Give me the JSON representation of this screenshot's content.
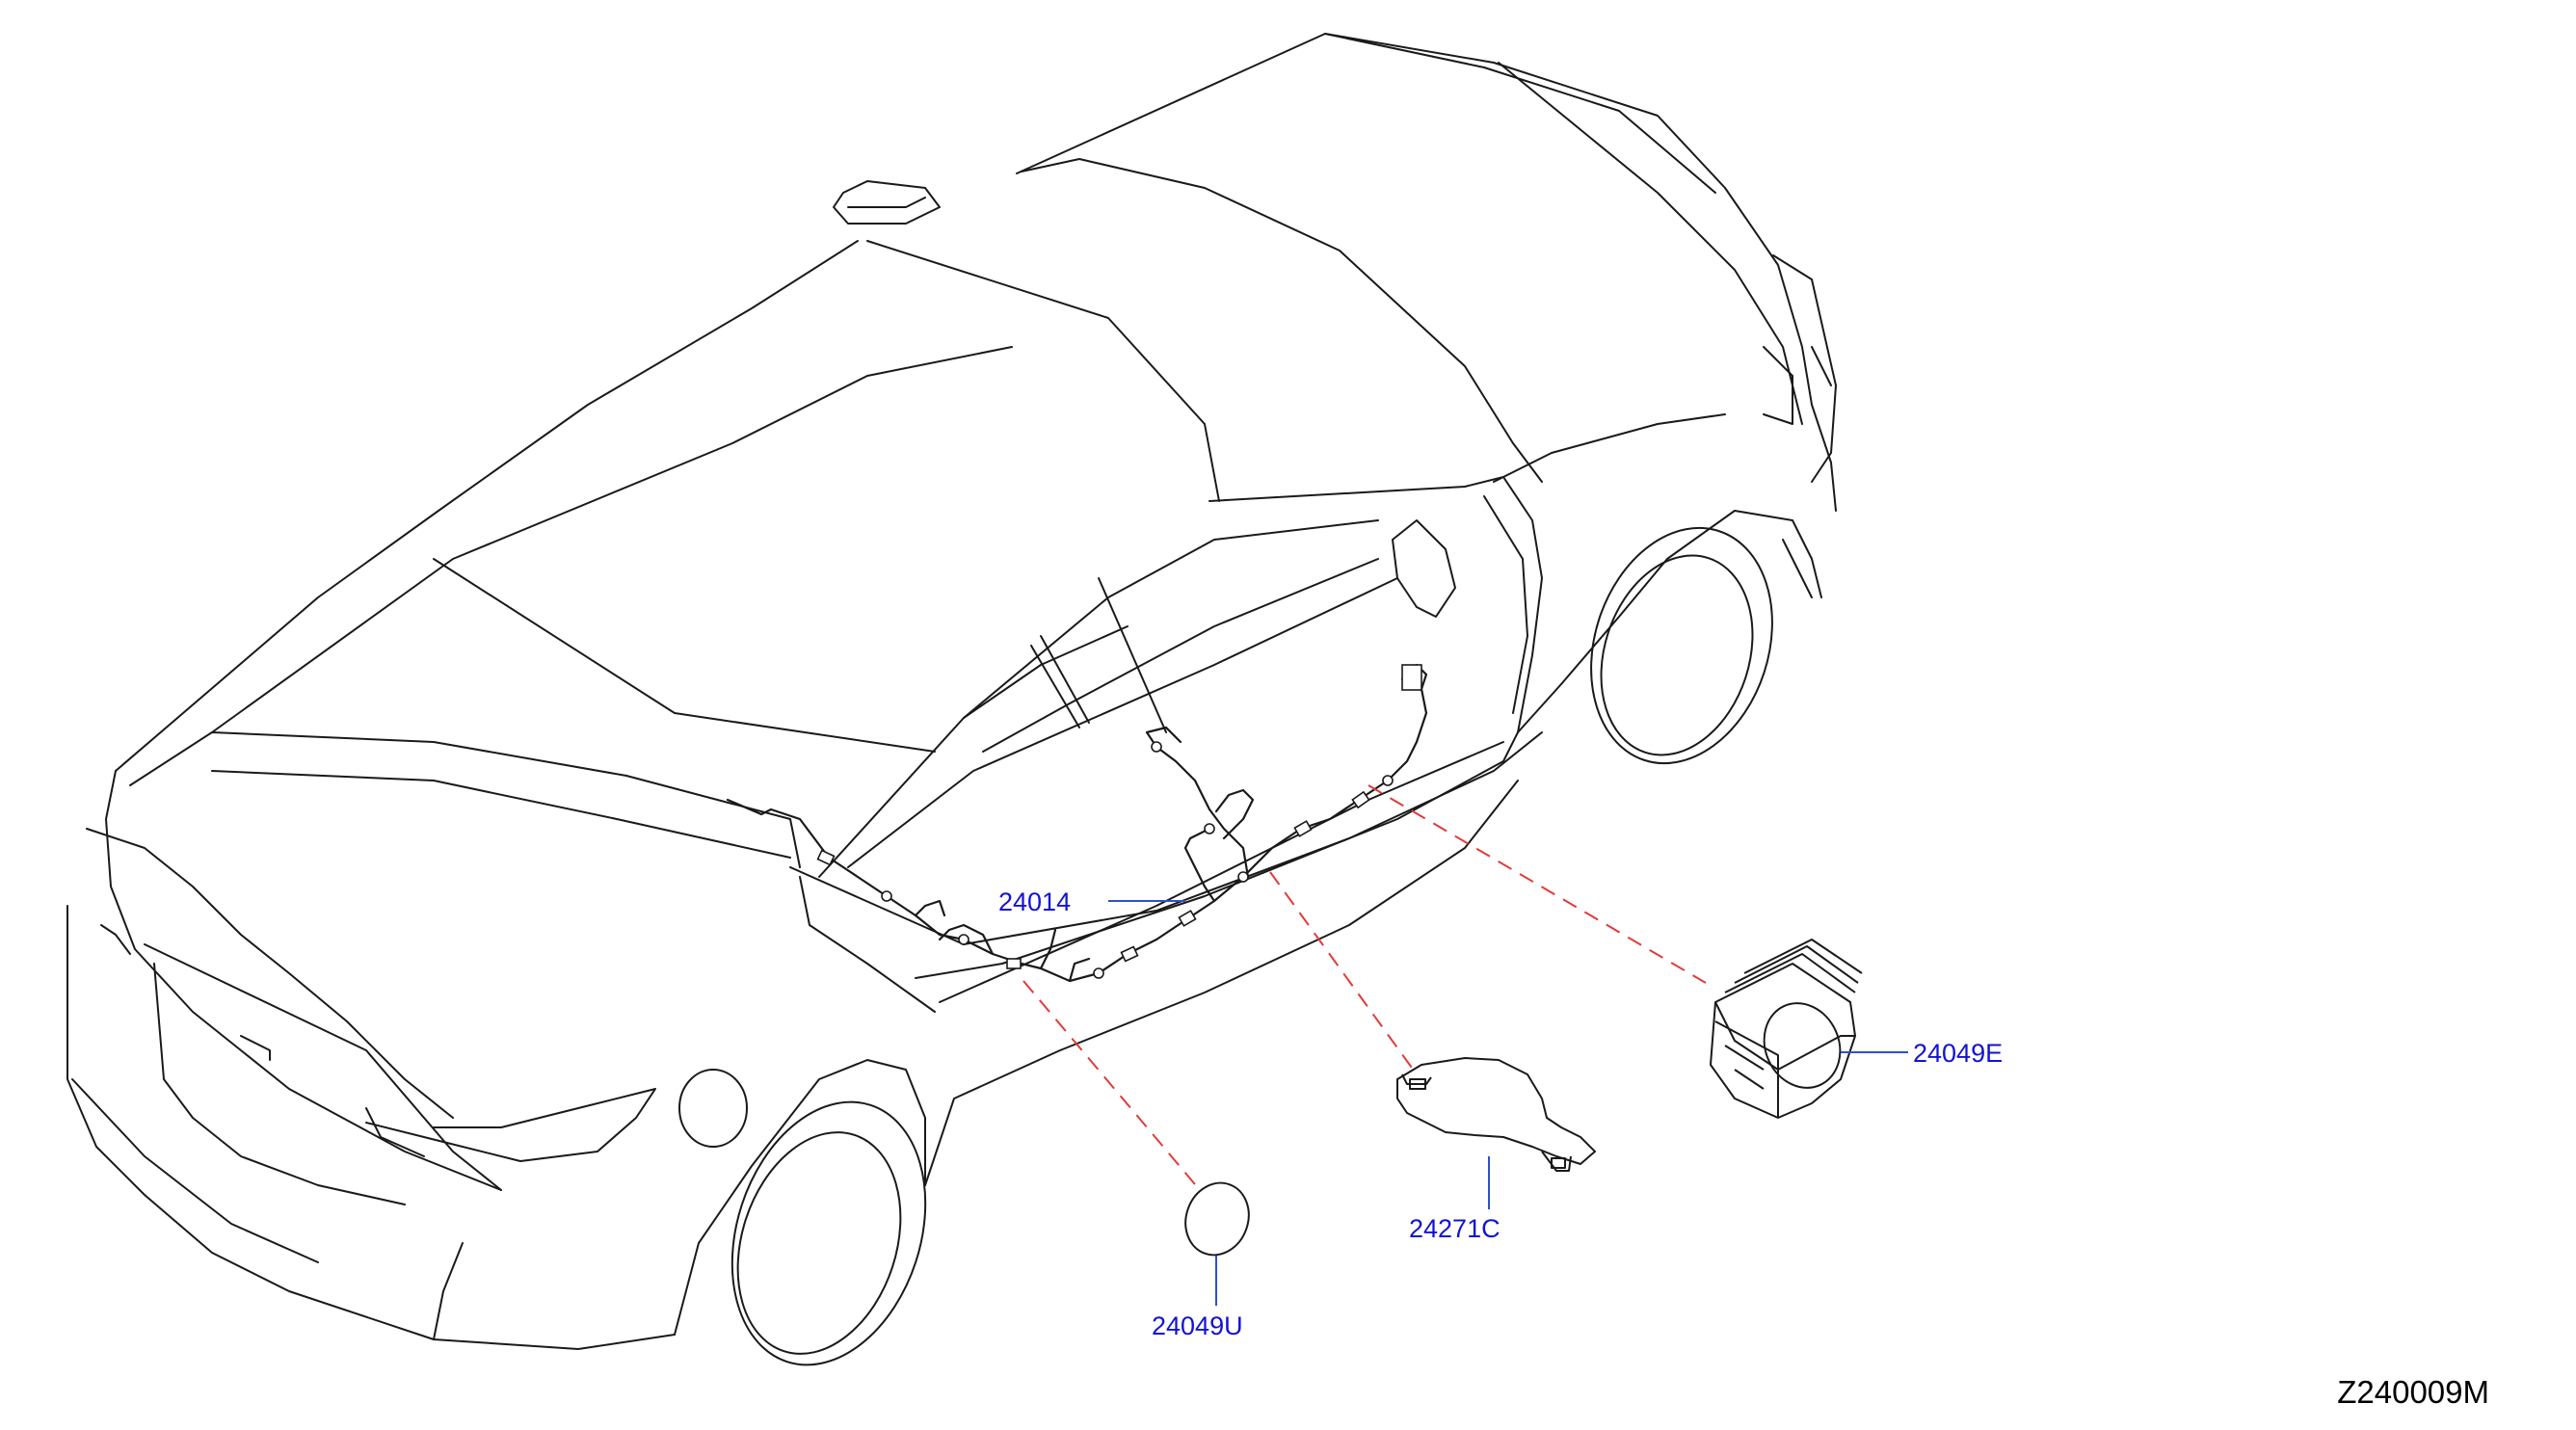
{
  "diagram": {
    "reference_code": "Z240009M",
    "colors": {
      "line_art": "#1a1a1a",
      "part_number_text": "#1212d6",
      "leader_line": "#2f4fd0",
      "dashed_callout": "#e23a3a"
    },
    "callouts": [
      {
        "id": "harness",
        "part_number": "24014",
        "icon": "wire-harness-icon"
      },
      {
        "id": "grommet-cap",
        "part_number": "24049U",
        "icon": "round-cap-icon"
      },
      {
        "id": "bracket",
        "part_number": "24271C",
        "icon": "bracket-plate-icon"
      },
      {
        "id": "grommet-block",
        "part_number": "24049E",
        "icon": "grommet-block-icon"
      }
    ]
  }
}
